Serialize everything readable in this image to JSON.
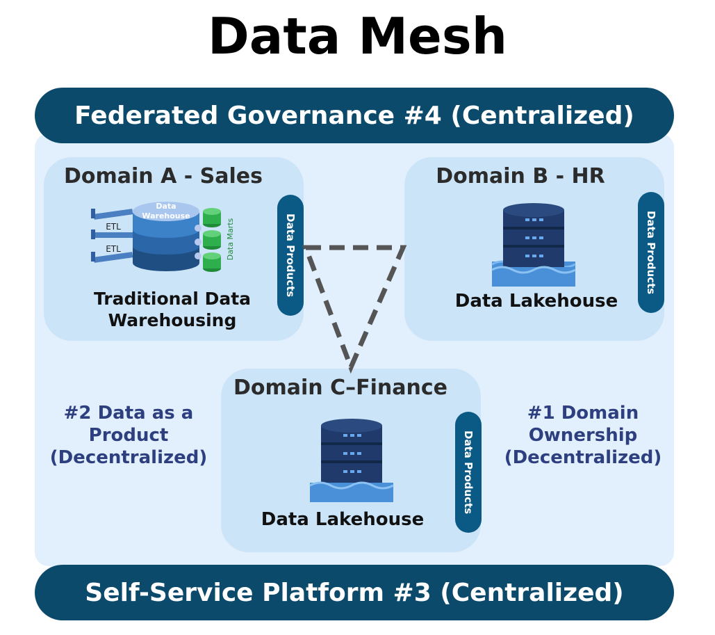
{
  "title": "Data Mesh",
  "governance_banner": "Federated Governance #4 (Centralized)",
  "platform_banner": "Self-Service Platform #3 (Centralized)",
  "domain_a": {
    "title": "Domain A - Sales",
    "caption_line1": "Traditional Data",
    "caption_line2": "Warehousing",
    "warehouse_label_line1": "Data",
    "warehouse_label_line2": "Warehouse",
    "etl_label": "ETL",
    "data_marts_label": "Data Marts",
    "products_label": "Data Products"
  },
  "domain_b": {
    "title": "Domain B - HR",
    "caption": "Data Lakehouse",
    "products_label": "Data Products"
  },
  "domain_c": {
    "title": "Domain C–Finance",
    "caption": "Data Lakehouse",
    "products_label": "Data Products"
  },
  "principle_left": {
    "line1": "#2 Data as a",
    "line2": "Product",
    "line3": "(Decentralized)"
  },
  "principle_right": {
    "line1": "#1 Domain",
    "line2": "Ownership",
    "line3": "(Decentralized)"
  },
  "colors": {
    "banner": "#0b4a6b",
    "outer_background": "#e2f0fd",
    "domain_background": "#cce4f7",
    "principle_text": "#2e3f80",
    "database": "#1f3a6b",
    "water": "#4a90d9"
  },
  "icons": [
    "data-warehouse-icon",
    "data-mart-icon",
    "etl-pipe-icon",
    "database-icon",
    "water-icon"
  ]
}
